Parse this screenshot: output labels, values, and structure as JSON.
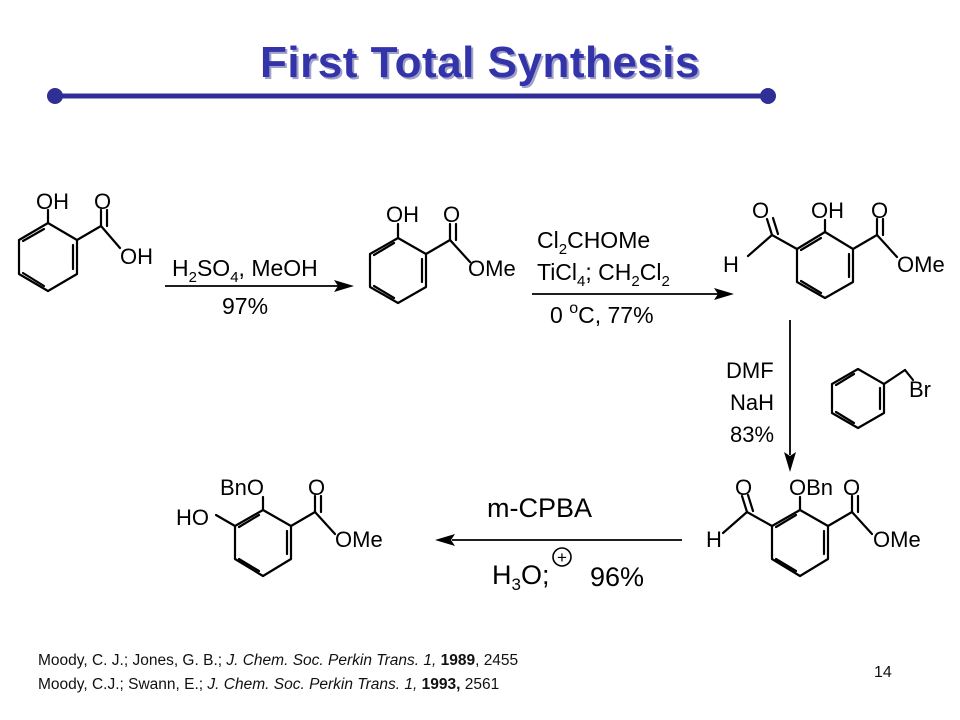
{
  "slide": {
    "title": "First Total Synthesis",
    "page_number": "14",
    "colors": {
      "title": "#3333aa",
      "title_shadow": "#a0a0c8",
      "title_rule": "#2f2f96"
    }
  },
  "molecules": {
    "m1": {
      "oh1": "OH",
      "o": "O",
      "oh2": "OH"
    },
    "m2": {
      "oh": "OH",
      "o": "O",
      "ome": "OMe"
    },
    "m3": {
      "o1": "O",
      "oh": "OH",
      "o2": "O",
      "h": "H",
      "ome": "OMe"
    },
    "m4": {
      "o1": "O",
      "obn": "OBn",
      "o2": "O",
      "h": "H",
      "ome": "OMe"
    },
    "m5": {
      "bno": "BnO",
      "o": "O",
      "ho": "HO",
      "ome": "OMe"
    },
    "benzyl_bromide": {
      "br": "Br"
    }
  },
  "reactions": {
    "step1": {
      "reagent_h": "H",
      "reagent_2": "2",
      "reagent_so": "SO",
      "reagent_4": "4",
      "reagent_rest": ", MeOH",
      "yield": "97%"
    },
    "step2": {
      "line1_a": "Cl",
      "line1_sub": "2",
      "line1_b": "CHOMe",
      "line2_a": "TiCl",
      "line2_sub1": "4",
      "line2_b": "; CH",
      "line2_sub2": "2",
      "line2_c": "Cl",
      "line2_sub3": "2",
      "line3_a": "0 ",
      "line3_sup": "o",
      "line3_b": "C, 77%"
    },
    "step3": {
      "solvent": "DMF",
      "base": "NaH",
      "yield": "83%"
    },
    "step4": {
      "reagent": "m-CPBA",
      "acid_h": "H",
      "acid_sub": "3",
      "acid_o": "O",
      "acid_sep": ";",
      "charge": "+",
      "yield": "96%"
    }
  },
  "references": [
    {
      "authors": "Moody, C. J.; Jones, G. B.; ",
      "journal": "J. Chem. Soc. Perkin Trans. 1,",
      "year": "1989",
      "page": ", 2455"
    },
    {
      "authors": "Moody, C.J.; Swann, E.; ",
      "journal": "J. Chem. Soc. Perkin Trans. 1,",
      "year": "1993,",
      "page": " 2561"
    }
  ]
}
